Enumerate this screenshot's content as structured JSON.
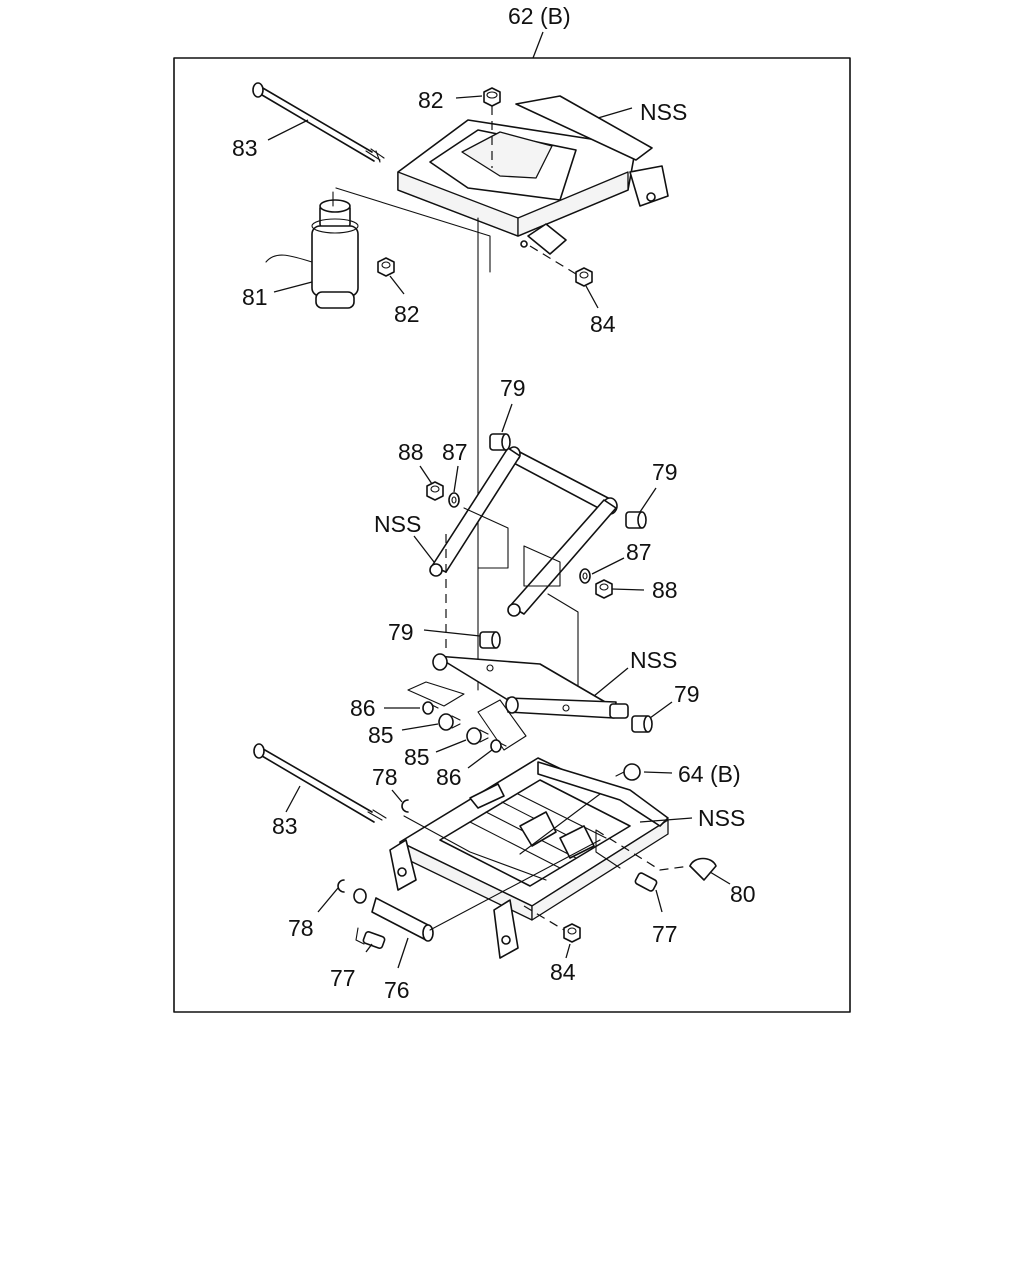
{
  "diagram": {
    "assembly_label": "62 (B)",
    "labels": {
      "l82_top": "82",
      "l83_top": "83",
      "l81": "81",
      "l82_mid": "82",
      "l84_top": "84",
      "lNSS_top": "NSS",
      "l79_a": "79",
      "l79_b": "79",
      "l79_c": "79",
      "l79_d": "79",
      "l88_a": "88",
      "l87_a": "87",
      "lNSS_mid": "NSS",
      "l87_b": "87",
      "l88_b": "88",
      "lNSS_lower": "NSS",
      "l86_a": "86",
      "l85_a": "85",
      "l85_b": "85",
      "l86_b": "86",
      "l78_a": "78",
      "l64b": "64 (B)",
      "lNSS_base": "NSS",
      "l83_bottom": "83",
      "l80": "80",
      "l78_b": "78",
      "l77_a": "77",
      "l77_b": "77",
      "l76": "76",
      "l84_bottom": "84"
    }
  }
}
